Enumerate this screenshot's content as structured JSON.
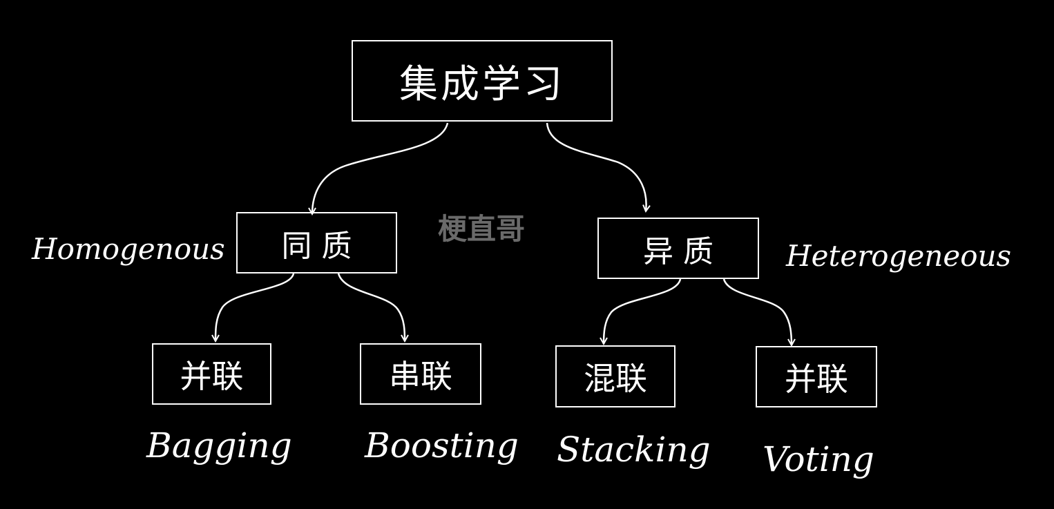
{
  "diagram": {
    "root": {
      "label": "集成学习"
    },
    "homogeneous": {
      "label": "同 质",
      "english": "Homogenous"
    },
    "heterogeneous": {
      "label": "异 质",
      "english": "Heterogeneous"
    },
    "leaves": [
      {
        "label": "并联",
        "method": "Bagging"
      },
      {
        "label": "串联",
        "method": "Boosting"
      },
      {
        "label": "混联",
        "method": "Stacking"
      },
      {
        "label": "并联",
        "method": "Voting"
      }
    ],
    "watermark": "梗直哥"
  },
  "colors": {
    "background": "#000000",
    "ink": "#ffffff",
    "watermark": "#6a6a6a"
  }
}
